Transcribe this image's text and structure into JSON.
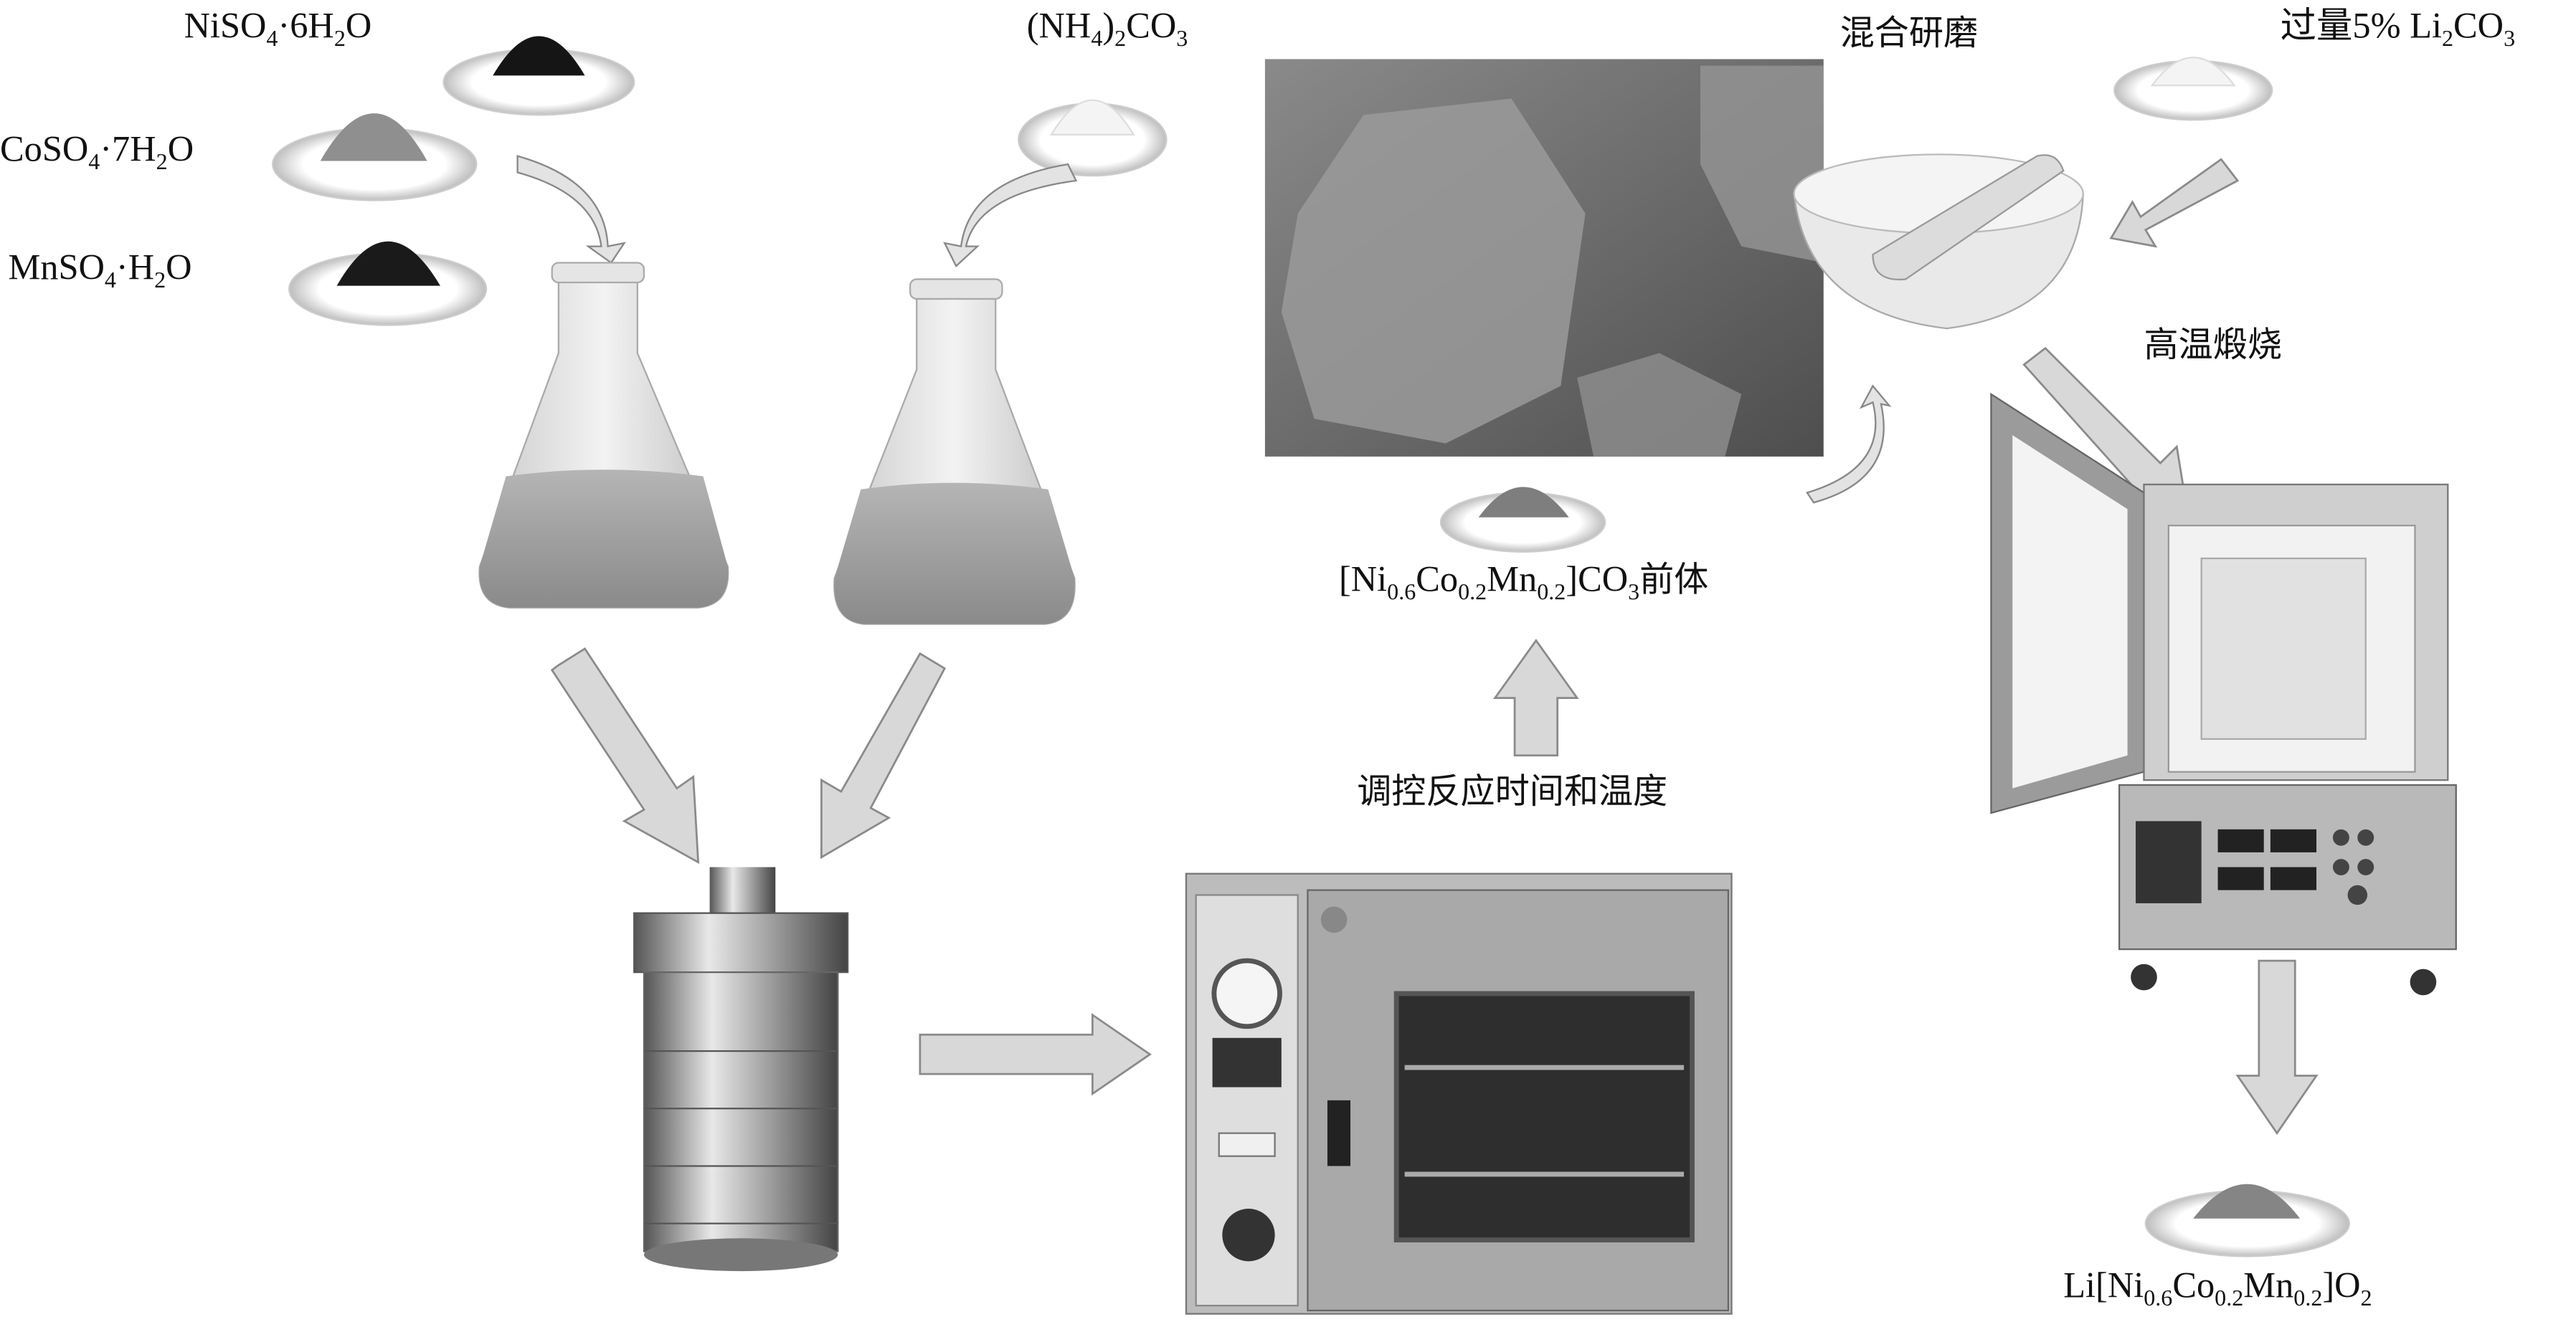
{
  "labels": {
    "niso4": [
      "NiSO",
      "4",
      "·6H",
      "2",
      "O"
    ],
    "coso4": [
      "CoSO",
      "4",
      "·7H",
      "2",
      "O"
    ],
    "mnso4": [
      "MnSO",
      "4",
      "·H",
      "2",
      "O"
    ],
    "nh4co3": [
      "(NH",
      "4",
      ")",
      "2",
      "CO",
      "3"
    ],
    "precursor": [
      "[Ni",
      "0.6",
      "Co",
      "0.2",
      "Mn",
      "0.2",
      "]CO",
      "3",
      "前体"
    ],
    "control": "调控反应时间和温度",
    "grinding": "混合研磨",
    "li2co3": [
      "过量5% Li",
      "2",
      "CO",
      "3"
    ],
    "calcination": "高温煅烧",
    "product": [
      "Li[Ni",
      "0.6",
      "Co",
      "0.2",
      "Mn",
      "0.2",
      "]O",
      "2"
    ]
  },
  "colors": {
    "arrow_fill": "#d8d8d8",
    "arrow_stroke": "#8a8a8a",
    "liquid": "#9a9a9a"
  }
}
